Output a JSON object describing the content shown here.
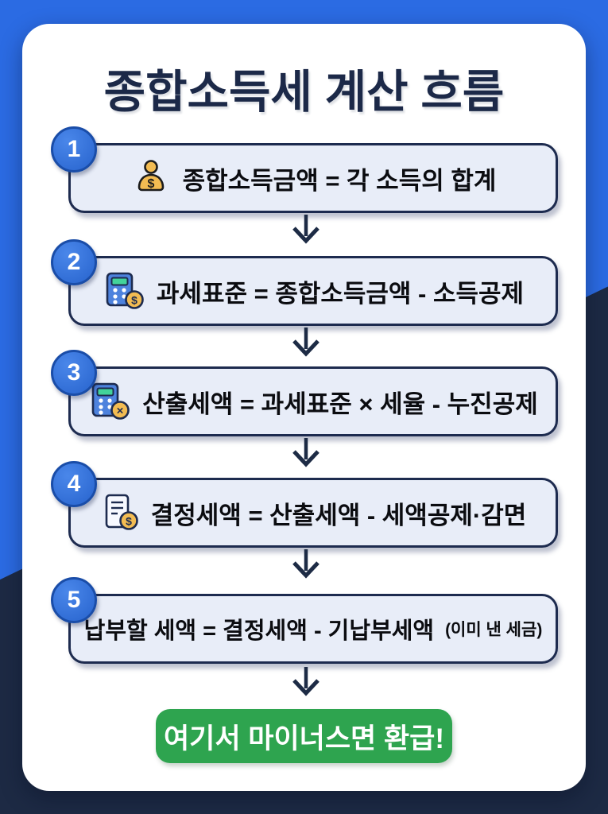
{
  "page": {
    "title": "종합소득세 계산 흐름"
  },
  "steps": [
    {
      "number": "1",
      "icon": "person-money-icon",
      "text": "종합소득금액 = 각 소득의 합계"
    },
    {
      "number": "2",
      "icon": "calculator-coin-icon",
      "text": "과세표준 = 종합소득금액 - 소득공제"
    },
    {
      "number": "3",
      "icon": "calculator-x-icon",
      "text": "산출세액 = 과세표준 × 세율 - 누진공제"
    },
    {
      "number": "4",
      "icon": "document-coin-icon",
      "text": "결정세액 = 산출세액 - 세액공제·감면"
    },
    {
      "number": "5",
      "icon": null,
      "text": "납부할 세액 = 결정세액 - 기납부세액",
      "suffix": "(이미 낸 세금)"
    }
  ],
  "footer": {
    "result_label": "여기서 마이너스면 환급!"
  },
  "colors": {
    "background_top": "#2b6be3",
    "background_bottom": "#1d2a44",
    "card": "#ffffff",
    "box_fill": "#e8edf8",
    "box_border": "#1d2b4f",
    "badge_fill": "#2e6fdd",
    "badge_border": "#1a4da8",
    "title_text": "#1c2948",
    "step_text": "#0b0c10",
    "arrow": "#1d2b45",
    "result_green": "#2ea44f",
    "icon_yellow": "#f3bc52",
    "icon_blue": "#4d82dd",
    "icon_screen_green": "#43d39a"
  }
}
